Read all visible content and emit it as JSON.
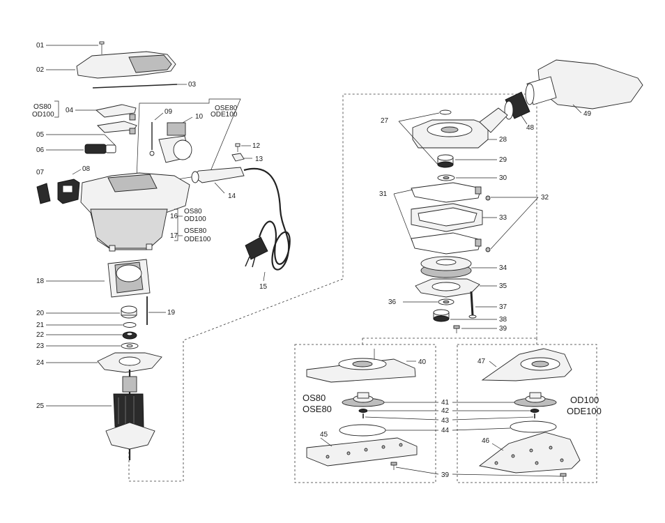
{
  "callouts": {
    "c01": "01",
    "c02": "02",
    "c03": "03",
    "c04": "04",
    "c05": "05",
    "c06": "06",
    "c07": "07",
    "c08": "08",
    "c09": "09",
    "c10": "10",
    "c12": "12",
    "c13": "13",
    "c14": "14",
    "c15": "15",
    "c16": "16",
    "c17": "17",
    "c18": "18",
    "c19": "19",
    "c20": "20",
    "c21": "21",
    "c22": "22",
    "c23": "23",
    "c24": "24",
    "c25": "25",
    "c27": "27",
    "c28": "28",
    "c29": "29",
    "c30": "30",
    "c31": "31",
    "c32": "32",
    "c33": "33",
    "c34": "34",
    "c35": "35",
    "c36": "36",
    "c37": "37",
    "c38": "38",
    "c39a": "39",
    "c39b": "39",
    "c40": "40",
    "c41": "41",
    "c42": "42",
    "c43": "43",
    "c44": "44",
    "c45": "45",
    "c46": "46",
    "c47": "47",
    "c48": "48",
    "c49": "49"
  },
  "model_tags": {
    "brush_os80": "OS80",
    "brush_od100": "OD100",
    "switch_ose80": "OSE80",
    "switch_ode100": "ODE100",
    "housing16_os80": "OS80",
    "housing16_od100": "OD100",
    "housing17_ose80": "OSE80",
    "housing17_ode100": "ODE100",
    "pad_os80": "OS80",
    "pad_ose80": "OSE80",
    "pad_od100": "OD100",
    "pad_ode100": "ODE100"
  }
}
